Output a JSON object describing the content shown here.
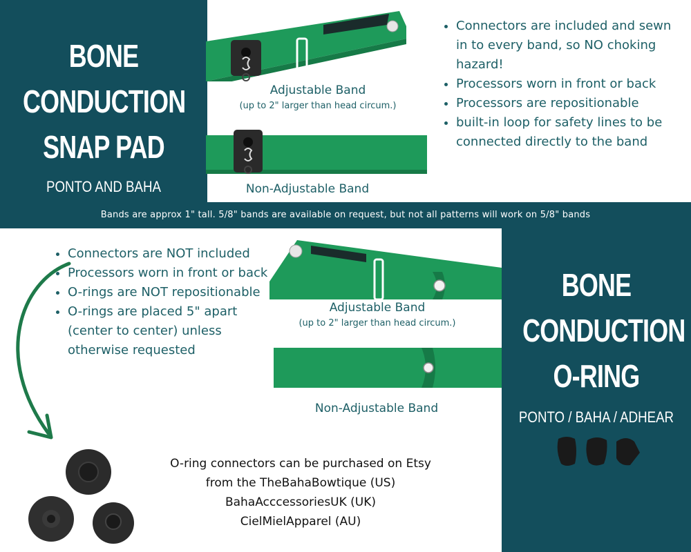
{
  "snap_pad": {
    "title_lines": [
      "BONE",
      "CONDUCTION",
      "SNAP PAD"
    ],
    "subtitle": "PONTO AND BAHA",
    "adjustable_label": "Adjustable Band",
    "adjustable_note": "(up to 2\" larger than head circum.)",
    "non_adjustable_label": "Non-Adjustable Band",
    "bullets": [
      "Connectors are included and sewn in to every band, so NO choking hazard!",
      "Processors worn in front or back",
      "Processors are repositionable",
      "built-in loop for safety lines to be connected directly to the band"
    ]
  },
  "note_strip": "Bands are approx 1\" tall.  5/8\" bands are available on request, but not all patterns will work on 5/8\" bands",
  "o_ring": {
    "title_lines": [
      "BONE",
      "CONDUCTION",
      "O-RING"
    ],
    "subtitle": "PONTO / BAHA / ADHEAR",
    "adjustable_label": "Adjustable Band",
    "adjustable_note": "(up to 2\" larger than head circum.)",
    "non_adjustable_label": "Non-Adjustable Band",
    "bullets": [
      "Connectors are NOT included",
      "Processors worn in front or back",
      "O-rings are NOT repositionable",
      "O-rings are placed 5\" apart (center to center) unless otherwise requested"
    ]
  },
  "etsy_lines": [
    "O-ring connectors can be purchased on Etsy",
    "from the TheBahaBowtique (US)",
    "BahaAcccessoriesUK (UK)",
    "CielMielApparel (AU)"
  ],
  "colors": {
    "dark_teal": "#134e5c",
    "band_green": "#1e9a5a",
    "text_teal": "#1d5f66"
  }
}
